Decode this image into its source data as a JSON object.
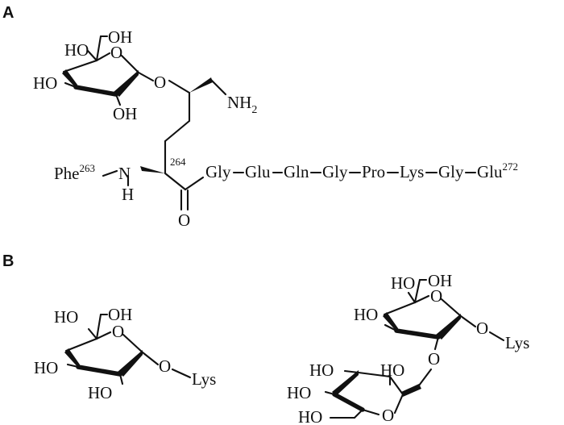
{
  "panels": {
    "a": "A",
    "b": "B"
  },
  "structure_a": {
    "sugar_oh": [
      "OH",
      "HO",
      "HO",
      "OH"
    ],
    "glycosidic_o": "O",
    "amine": "NH",
    "amine_sub": "2",
    "phe": "Phe",
    "phe_num": "263",
    "residue_num": "264",
    "n_atom": "N",
    "h_atom": "H",
    "carbonyl_o": "O",
    "peptide": [
      "Gly",
      "Glu",
      "Gln",
      "Gly",
      "Pro",
      "Lys",
      "Gly",
      "Glu"
    ],
    "glu_num": "272"
  },
  "structure_b1": {
    "sugar_oh": [
      "HO",
      "OH",
      "HO",
      "HO"
    ],
    "link": "O",
    "lys": "Lys"
  },
  "structure_b2": {
    "top_oh": [
      "HO",
      "OH",
      "HO"
    ],
    "top_link": "O",
    "lys": "Lys",
    "bridge_o": "O",
    "bottom_oh": [
      "HO",
      "HO",
      "HO",
      "HO"
    ]
  }
}
